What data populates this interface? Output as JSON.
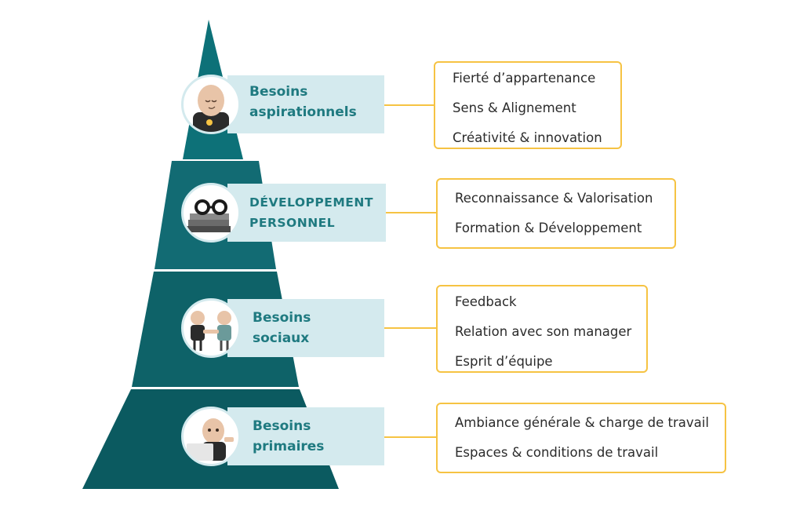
{
  "colors": {
    "pyramid_tier_1": "#0d7178",
    "pyramid_tier_2": "#126b73",
    "pyramid_tier_3": "#0e6268",
    "pyramid_tier_4": "#0b5a60",
    "label_background": "#d4eaee",
    "label_text": "#1f7a80",
    "detail_border": "#f6c343",
    "connector": "#f6c343"
  },
  "levels": [
    {
      "title_line1": "Besoins",
      "title_line2": "aspirationnels",
      "icon": "medal-person-icon",
      "items": [
        "Fierté d’appartenance",
        "Sens & Alignement",
        "Créativité & innovation"
      ]
    },
    {
      "title_line1": "développement",
      "title_line2": "personnel",
      "icon": "glasses-books-icon",
      "items": [
        "Reconnaissance & Valorisation",
        "Formation & Développement"
      ]
    },
    {
      "title_line1": "Besoins",
      "title_line2": "sociaux",
      "icon": "handshake-icon",
      "items": [
        "Feedback",
        "Relation avec son manager",
        "Esprit d’équipe"
      ]
    },
    {
      "title_line1": "Besoins",
      "title_line2": "primaires",
      "icon": "laptop-person-icon",
      "items": [
        "Ambiance générale & charge de travail",
        "Espaces & conditions de travail"
      ]
    }
  ]
}
